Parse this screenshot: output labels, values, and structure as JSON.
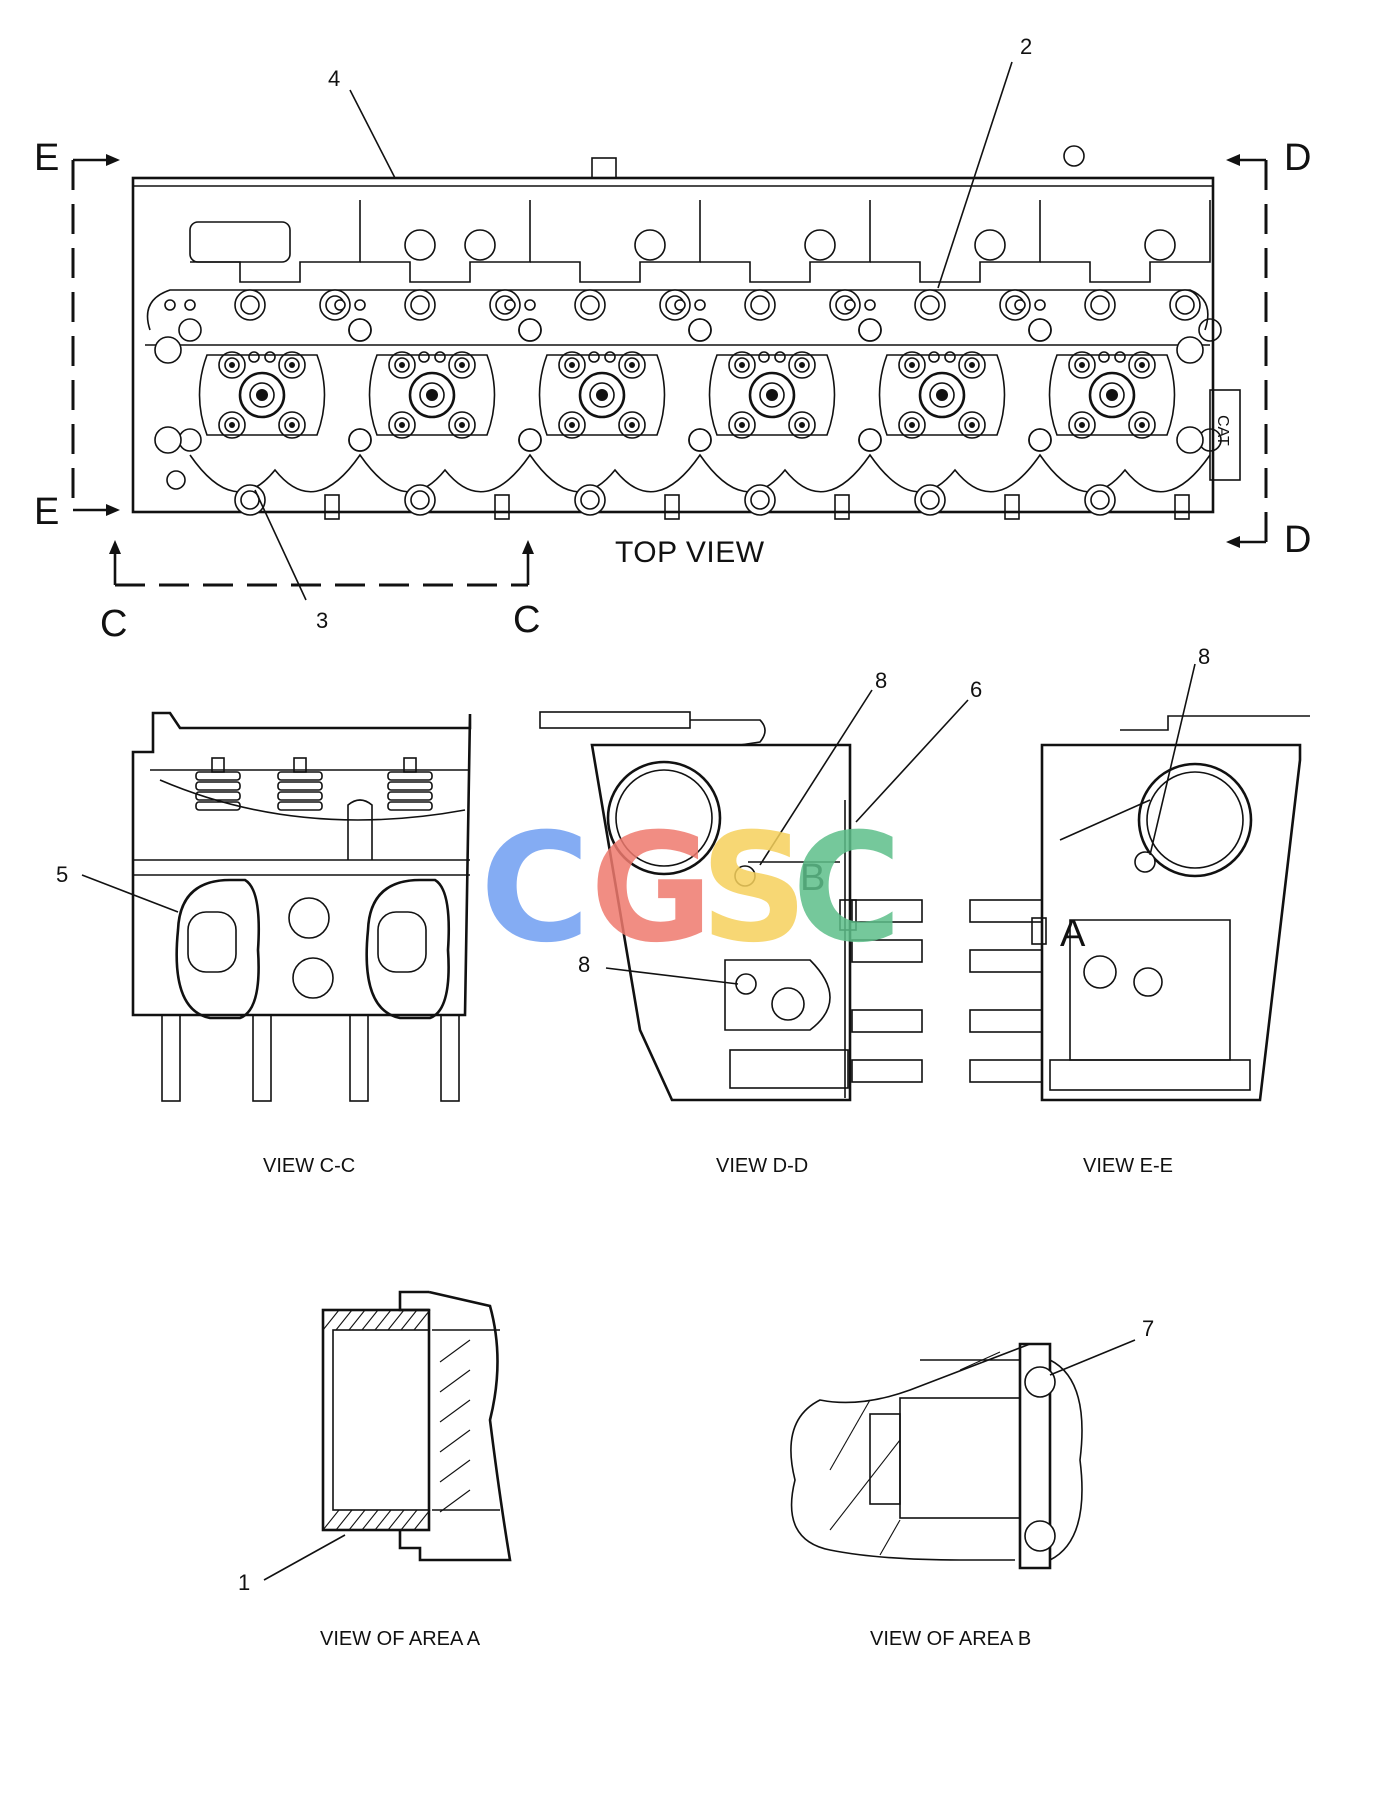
{
  "callouts": {
    "c1": "1",
    "c2": "2",
    "c3": "3",
    "c4": "4",
    "c5": "5",
    "c6": "6",
    "c7": "7",
    "c8a": "8",
    "c8b": "8",
    "c8c": "8"
  },
  "section_letters": {
    "e_top": "E",
    "e_bottom": "E",
    "d_top": "D",
    "d_bottom": "D",
    "c_left": "C",
    "c_right": "C",
    "area_b": "B",
    "area_a": "A"
  },
  "titles": {
    "top_view": "TOP VIEW",
    "view_cc": "VIEW C-C",
    "view_dd": "VIEW D-D",
    "view_ee": "VIEW E-E",
    "area_a": "VIEW OF AREA A",
    "area_b": "VIEW OF AREA B"
  },
  "watermark": {
    "letters": [
      "C",
      "G",
      "S",
      "C"
    ],
    "colors": [
      "#6f9ef2",
      "#ef7a6e",
      "#f6d15c",
      "#5ebf8a"
    ]
  },
  "logo_text": "CAT"
}
